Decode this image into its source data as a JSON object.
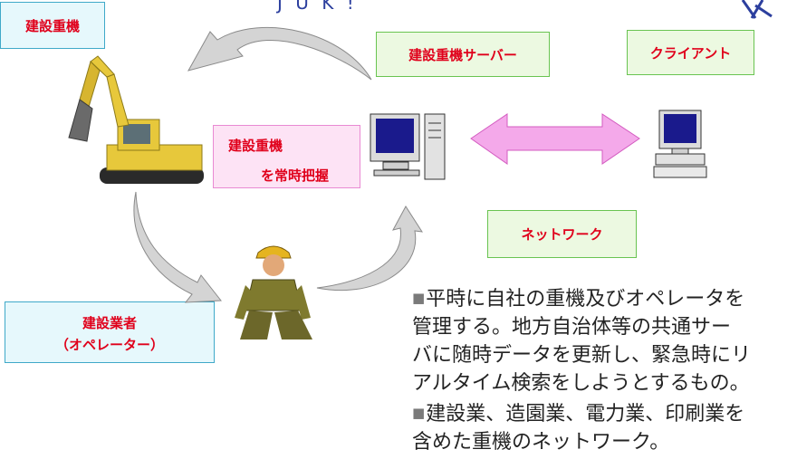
{
  "slide_title": "J U K !",
  "labels": {
    "machinery": "建設重機",
    "server": "建設重機サーバー",
    "client": "クライアント",
    "status_line1": "建設重機",
    "status_line2": "を常時把握",
    "network": "ネットワーク",
    "operator_line1": "建設業者",
    "operator_line2": "（オペレーター）"
  },
  "body": {
    "para1_lines": [
      "平時に自社の重機及びオペレータを",
      "管理する。地方自治体等の共通サー",
      "バに随時データを更新し、緊急時にリ",
      "アルタイム検索をしようとするもの。"
    ],
    "para2_lines": [
      "建設業、造園業、電力業、印刷業を",
      "含めた重機のネットワーク。"
    ]
  },
  "colors": {
    "label_text": "#e0001b",
    "arrow_pink": "#f07bd6",
    "flow_arrow": "#cfcfcf"
  }
}
